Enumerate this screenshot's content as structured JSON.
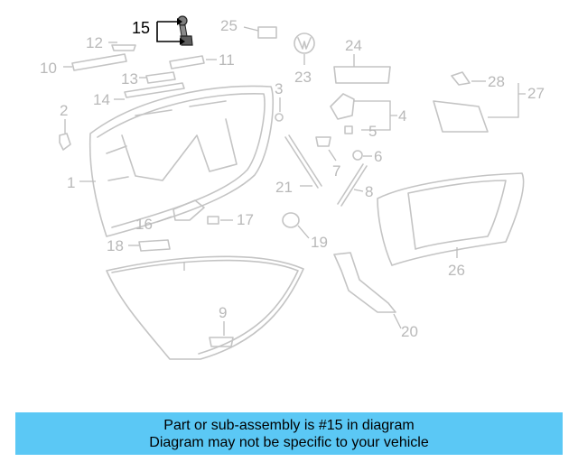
{
  "diagram": {
    "highlighted_part": "15",
    "labels": {
      "l1": "1",
      "l2": "2",
      "l3": "3",
      "l4": "4",
      "l5": "5",
      "l6": "6",
      "l7": "7",
      "l8": "8",
      "l9": "9",
      "l10": "10",
      "l11": "11",
      "l12": "12",
      "l13": "13",
      "l14": "14",
      "l15": "15",
      "l16": "16",
      "l17": "17",
      "l18": "18",
      "l19": "19",
      "l20": "20",
      "l21": "21",
      "l23": "23",
      "l24": "24",
      "l25": "25",
      "l26": "26",
      "l27": "27",
      "l28": "28"
    },
    "colors": {
      "highlight": "#000000",
      "dim": "#b9b9b9",
      "banner": "#5bc8f5"
    }
  },
  "banner": {
    "line1": "Part or sub-assembly is #15 in diagram",
    "line2": "Diagram may not be specific to your vehicle"
  }
}
